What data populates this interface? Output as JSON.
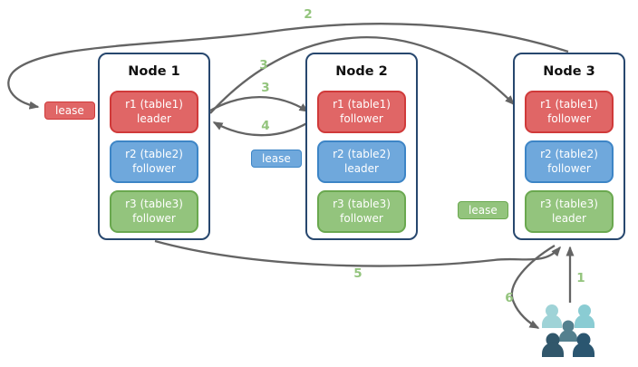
{
  "nodes": [
    {
      "title": "Node 1",
      "replicas": [
        {
          "line1": "r1 (table1)",
          "line2": "leader",
          "color": "#e06666"
        },
        {
          "line1": "r2 (table2)",
          "line2": "follower",
          "color": "#6fa8dc"
        },
        {
          "line1": "r3 (table3)",
          "line2": "follower",
          "color": "#93c47d"
        }
      ]
    },
    {
      "title": "Node 2",
      "replicas": [
        {
          "line1": "r1 (table1)",
          "line2": "follower",
          "color": "#e06666"
        },
        {
          "line1": "r2 (table2)",
          "line2": "leader",
          "color": "#6fa8dc"
        },
        {
          "line1": "r3 (table3)",
          "line2": "follower",
          "color": "#93c47d"
        }
      ]
    },
    {
      "title": "Node 3",
      "replicas": [
        {
          "line1": "r1 (table1)",
          "line2": "follower",
          "color": "#e06666"
        },
        {
          "line1": "r2 (table2)",
          "line2": "follower",
          "color": "#6fa8dc"
        },
        {
          "line1": "r3 (table3)",
          "line2": "leader",
          "color": "#93c47d"
        }
      ]
    }
  ],
  "leases": [
    {
      "label": "lease",
      "color": "#e06666"
    },
    {
      "label": "lease",
      "color": "#6fa8dc"
    },
    {
      "label": "lease",
      "color": "#93c47d"
    }
  ],
  "steps": {
    "s1": "1",
    "s2": "2",
    "s3a": "3",
    "s3b": "3",
    "s4": "4",
    "s5": "5",
    "s6": "6"
  },
  "colors": {
    "arrow": "#646464",
    "node_border": "#27476e",
    "step_label": "#93c47d",
    "users_icon": [
      "#9fd3d7",
      "#8accd3",
      "#54808e",
      "#31576b",
      "#2b5670"
    ]
  }
}
